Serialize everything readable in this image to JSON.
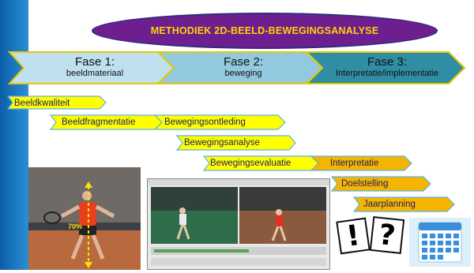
{
  "title": "METHODIEK 2D-BEELD-BEWEGINGSANALYSE",
  "phases": [
    {
      "title": "Fase 1:",
      "subtitle": "beeldmateriaal"
    },
    {
      "title": "Fase 2:",
      "subtitle": "beweging"
    },
    {
      "title": "Fase 3:",
      "subtitle": "Interpretatie/implementatie"
    }
  ],
  "steps": [
    "Beeldkwaliteit",
    "Beeldfragmentatie",
    "Bewegingsontleding",
    "Bewegingsanalyse",
    "Bewegingsevaluatie",
    "Interpretatie",
    "Doelstelling",
    "Jaarplanning"
  ],
  "photo_label": "70%",
  "cards": [
    "!",
    "?"
  ],
  "colors": {
    "title_bg": "#6e1f8f",
    "title_text": "#ffd400",
    "step_yellow": "#ffff00",
    "step_orange": "#f5b400",
    "phase1": "#b9dcec",
    "phase2": "#8fc6dc",
    "phase3": "#2f8aa0"
  }
}
